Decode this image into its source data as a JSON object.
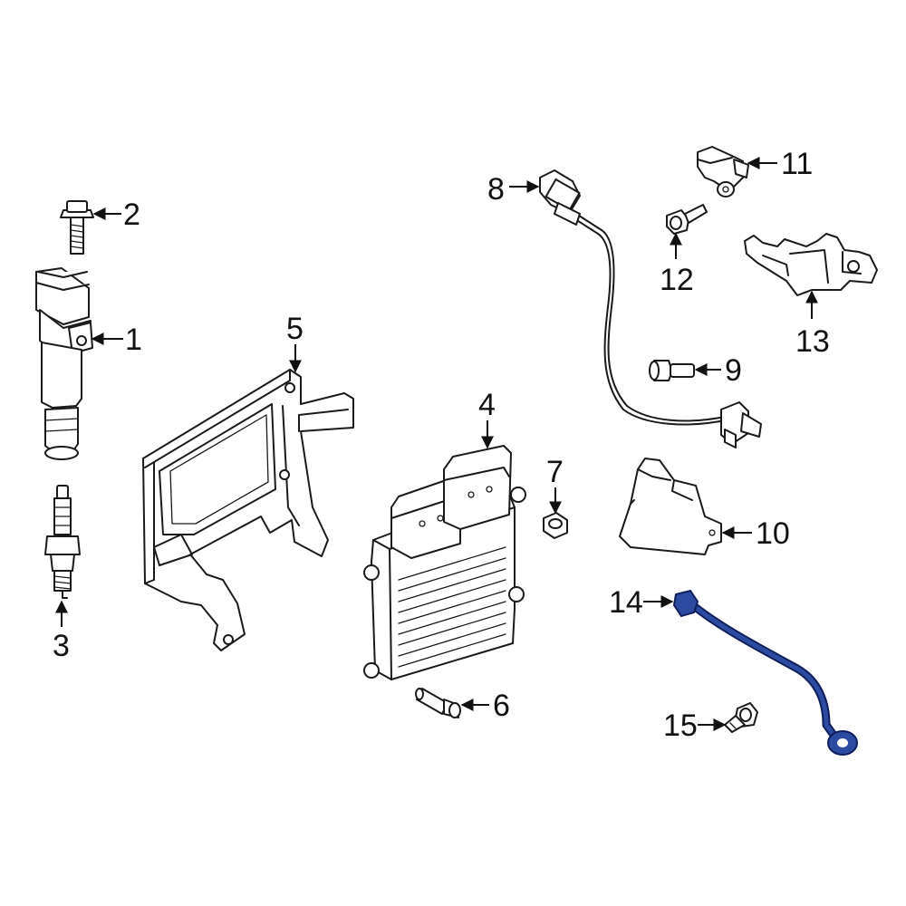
{
  "callouts": {
    "c1": "1",
    "c2": "2",
    "c3": "3",
    "c4": "4",
    "c5": "5",
    "c6": "6",
    "c7": "7",
    "c8": "8",
    "c9": "9",
    "c10": "10",
    "c11": "11",
    "c12": "12",
    "c13": "13",
    "c14": "14",
    "c15": "15"
  },
  "colors": {
    "line": "#1a1a1a",
    "highlight_fill": "#2c4aa0",
    "highlight_stroke": "#0f1f5c",
    "background": "#ffffff"
  },
  "highlighted_part": "14"
}
